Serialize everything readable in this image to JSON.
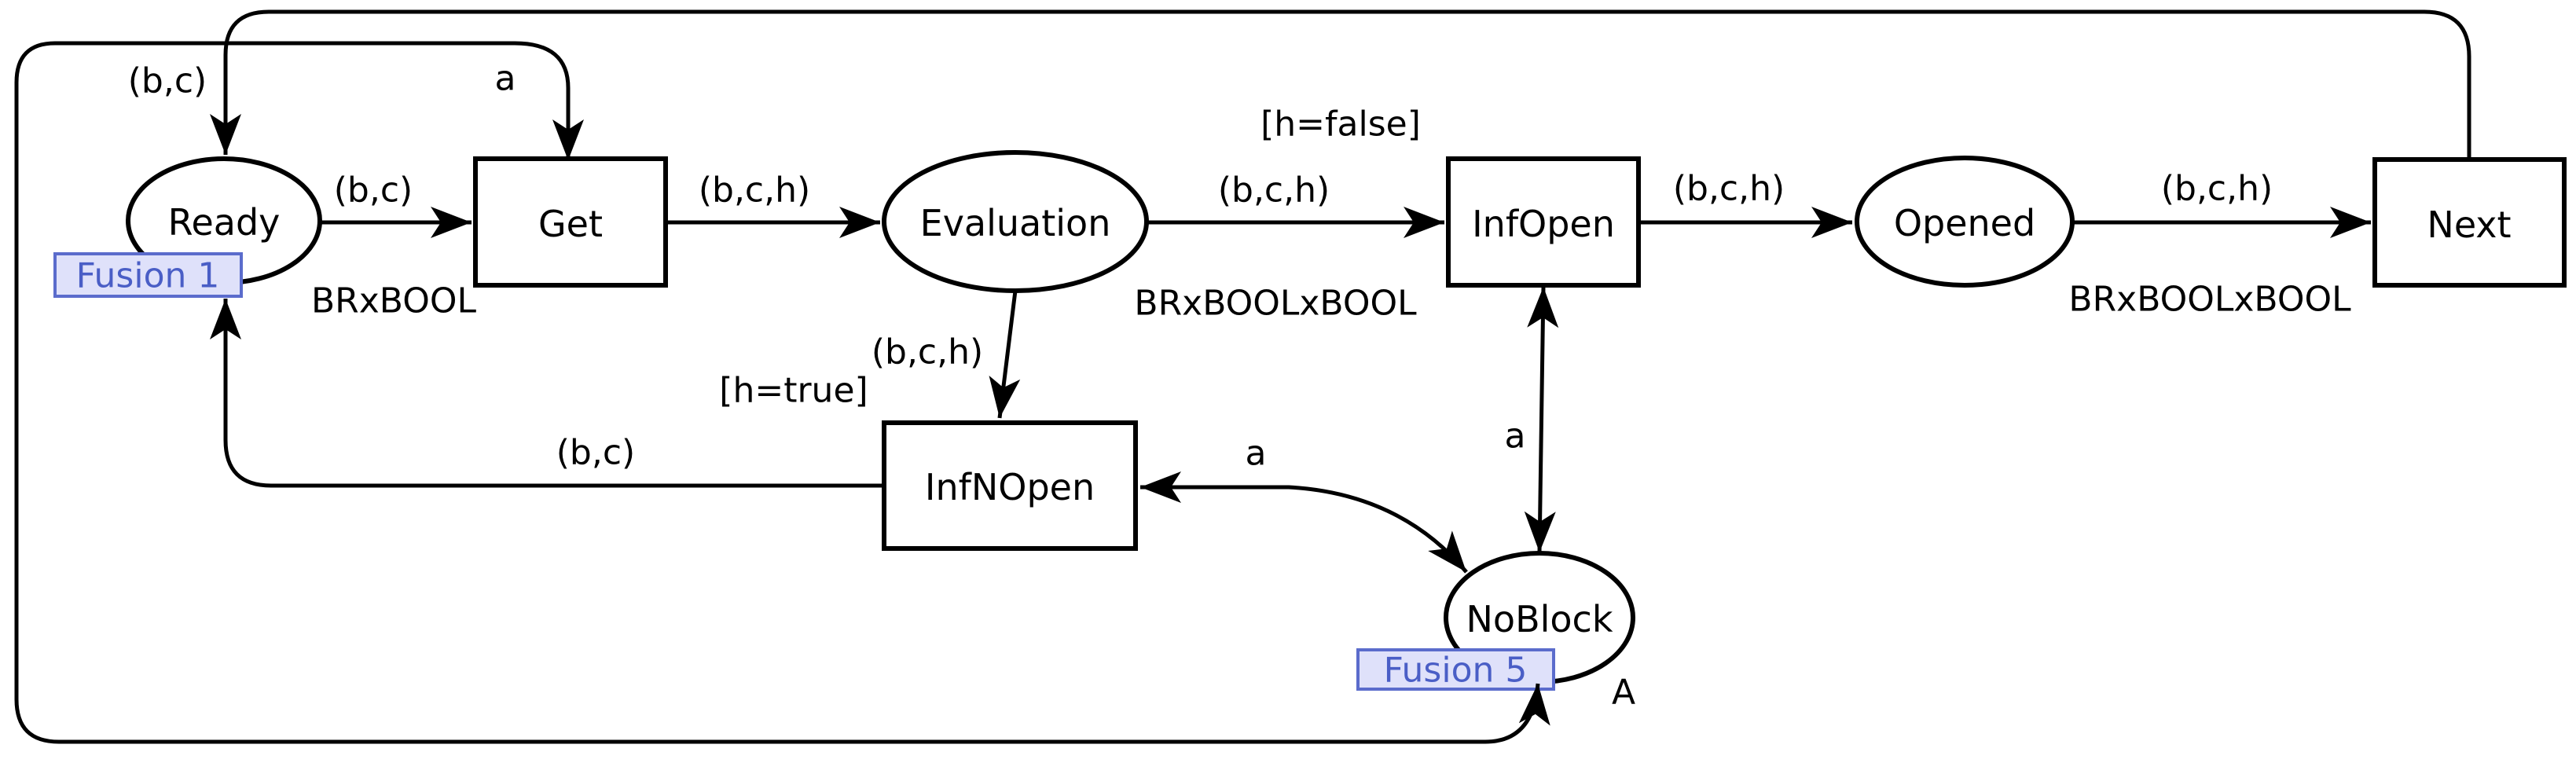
{
  "net": {
    "places": {
      "ready": {
        "label": "Ready",
        "type": "BRxBOOL",
        "fusion": "Fusion 1"
      },
      "evaluation": {
        "label": "Evaluation",
        "type": "BRxBOOLxBOOL"
      },
      "opened": {
        "label": "Opened",
        "type": "BRxBOOLxBOOL"
      },
      "noblock": {
        "label": "NoBlock",
        "type": "A",
        "fusion": "Fusion 5"
      }
    },
    "transitions": {
      "get": {
        "label": "Get"
      },
      "infopen": {
        "label": "InfOpen",
        "guard": "[h=false]"
      },
      "next": {
        "label": "Next"
      },
      "infnopen": {
        "label": "InfNOpen",
        "guard": "[h=true]"
      }
    },
    "arcs": {
      "ready_get": "(b,c)",
      "get_evaluation": "(b,c,h)",
      "evaluation_infopen": "(b,c,h)",
      "infopen_opened": "(b,c,h)",
      "opened_next": "(b,c,h)",
      "next_ready": "(b,c)",
      "evaluation_infnopen": "(b,c,h)",
      "infnopen_ready": "(b,c)",
      "infnopen_noblock": "a",
      "infopen_noblock": "a",
      "noblock_get": "a"
    },
    "colors": {
      "stroke": "#000000",
      "fusion_border": "#5b6ccc",
      "fusion_fill": "#dfe1fa",
      "fusion_text": "#4a5ec6"
    }
  }
}
